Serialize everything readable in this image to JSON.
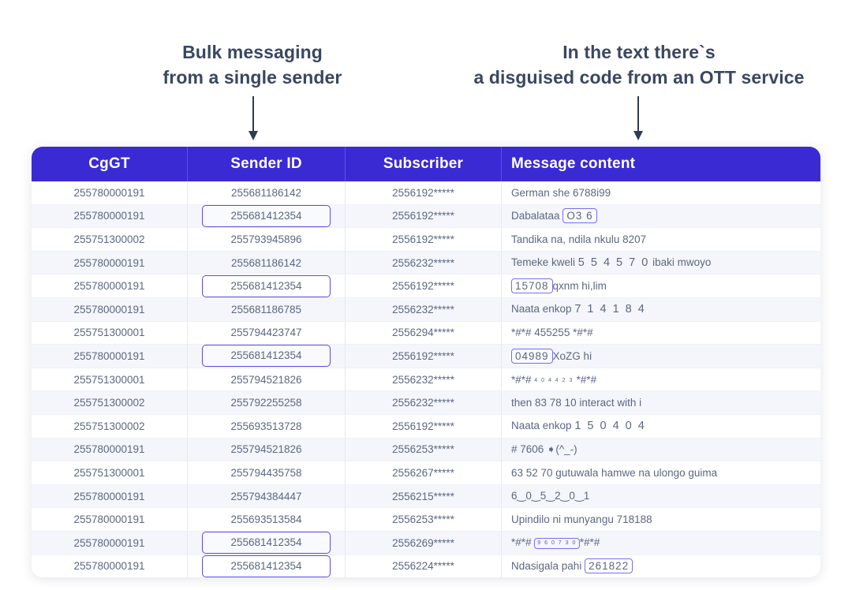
{
  "annotations": {
    "left": {
      "line1": "Bulk messaging",
      "line2": "from a single sender",
      "arrow": "down-arrow-icon"
    },
    "right": {
      "line1": "In the text there`s",
      "line2": "a disguised code from an OTT service",
      "arrow": "down-arrow-icon"
    }
  },
  "colors": {
    "header_blue": "#3a2ad4",
    "highlight_border": "#5b4be0",
    "text": "#5c6780",
    "annotation_text": "#3a4761",
    "row_alt": "#f4f6fb"
  },
  "table": {
    "columns": [
      "CgGT",
      "Sender ID",
      "Subscriber",
      "Message content"
    ],
    "rows": [
      {
        "cggt": "255780000191",
        "sender": "255681186142",
        "sender_highlighted": false,
        "subscriber": "2556192*****",
        "message": "German she 6788i99"
      },
      {
        "cggt": "255780000191",
        "sender": "255681412354",
        "sender_highlighted": true,
        "subscriber": "2556192*****",
        "message": "Dabalataa ",
        "code": "O3 6",
        "message_after": ""
      },
      {
        "cggt": "255751300002",
        "sender": "255793945896",
        "sender_highlighted": false,
        "subscriber": "2556192*****",
        "message": "Tandika na, ndila nkulu 8207"
      },
      {
        "cggt": "255780000191",
        "sender": "255681186142",
        "sender_highlighted": false,
        "subscriber": "2556232*****",
        "message": "Temeke kweli ",
        "spaced": "5 5  4 5  7 0",
        "message_after": " ibaki mwoyo"
      },
      {
        "cggt": "255780000191",
        "sender": "255681412354",
        "sender_highlighted": true,
        "subscriber": "2556192*****",
        "message": "",
        "code": "15708",
        "message_after": "qxnm hi,lim"
      },
      {
        "cggt": "255780000191",
        "sender": "255681186785",
        "sender_highlighted": false,
        "subscriber": "2556232*****",
        "message": "Naata enkop ",
        "spaced": "7 1  4 1  8 4",
        "message_after": ""
      },
      {
        "cggt": "255751300001",
        "sender": "255794423747",
        "sender_highlighted": false,
        "subscriber": "2556294*****",
        "message": "*#*# 455255 *#*#"
      },
      {
        "cggt": "255780000191",
        "sender": "255681412354",
        "sender_highlighted": true,
        "subscriber": "2556192*****",
        "message": "",
        "code": "04989",
        "message_after": "XoZG hi"
      },
      {
        "cggt": "255751300001",
        "sender": "255794521826",
        "sender_highlighted": false,
        "subscriber": "2556232*****",
        "message": "*#*# ",
        "tiny": "4 0 4 4 2 3",
        "message_after": " *#*#"
      },
      {
        "cggt": "255751300002",
        "sender": "255792255258",
        "sender_highlighted": false,
        "subscriber": "2556232*****",
        "message": "then 83   78   10 interact with i"
      },
      {
        "cggt": "255751300002",
        "sender": "255693513728",
        "sender_highlighted": false,
        "subscriber": "2556192*****",
        "message": "Naata enkop ",
        "spaced": "1 5  0 4  0 4",
        "message_after": ""
      },
      {
        "cggt": "255780000191",
        "sender": "255794521826",
        "sender_highlighted": false,
        "subscriber": "2556253*****",
        "message": "# 7606 ➧(^_-)"
      },
      {
        "cggt": "255751300001",
        "sender": "255794435758",
        "sender_highlighted": false,
        "subscriber": "2556267*****",
        "message": "63   52   70 gutuwala hamwe na ulongo guima"
      },
      {
        "cggt": "255780000191",
        "sender": "255794384447",
        "sender_highlighted": false,
        "subscriber": "2556215*****",
        "message": "6‿0‿5‿2‿0‿1"
      },
      {
        "cggt": "255780000191",
        "sender": "255693513584",
        "sender_highlighted": false,
        "subscriber": "2556253*****",
        "message": "Upindilo ni munyangu 718188"
      },
      {
        "cggt": "255780000191",
        "sender": "255681412354",
        "sender_highlighted": true,
        "subscriber": "2556269*****",
        "message": "*#*# ",
        "tiny_box": "9 6 0 7 3 0",
        "message_after": "*#*#"
      },
      {
        "cggt": "255780000191",
        "sender": "255681412354",
        "sender_highlighted": true,
        "subscriber": "2556224*****",
        "message": "Ndasigala pahi ",
        "code": "261822",
        "message_after": ""
      }
    ]
  }
}
